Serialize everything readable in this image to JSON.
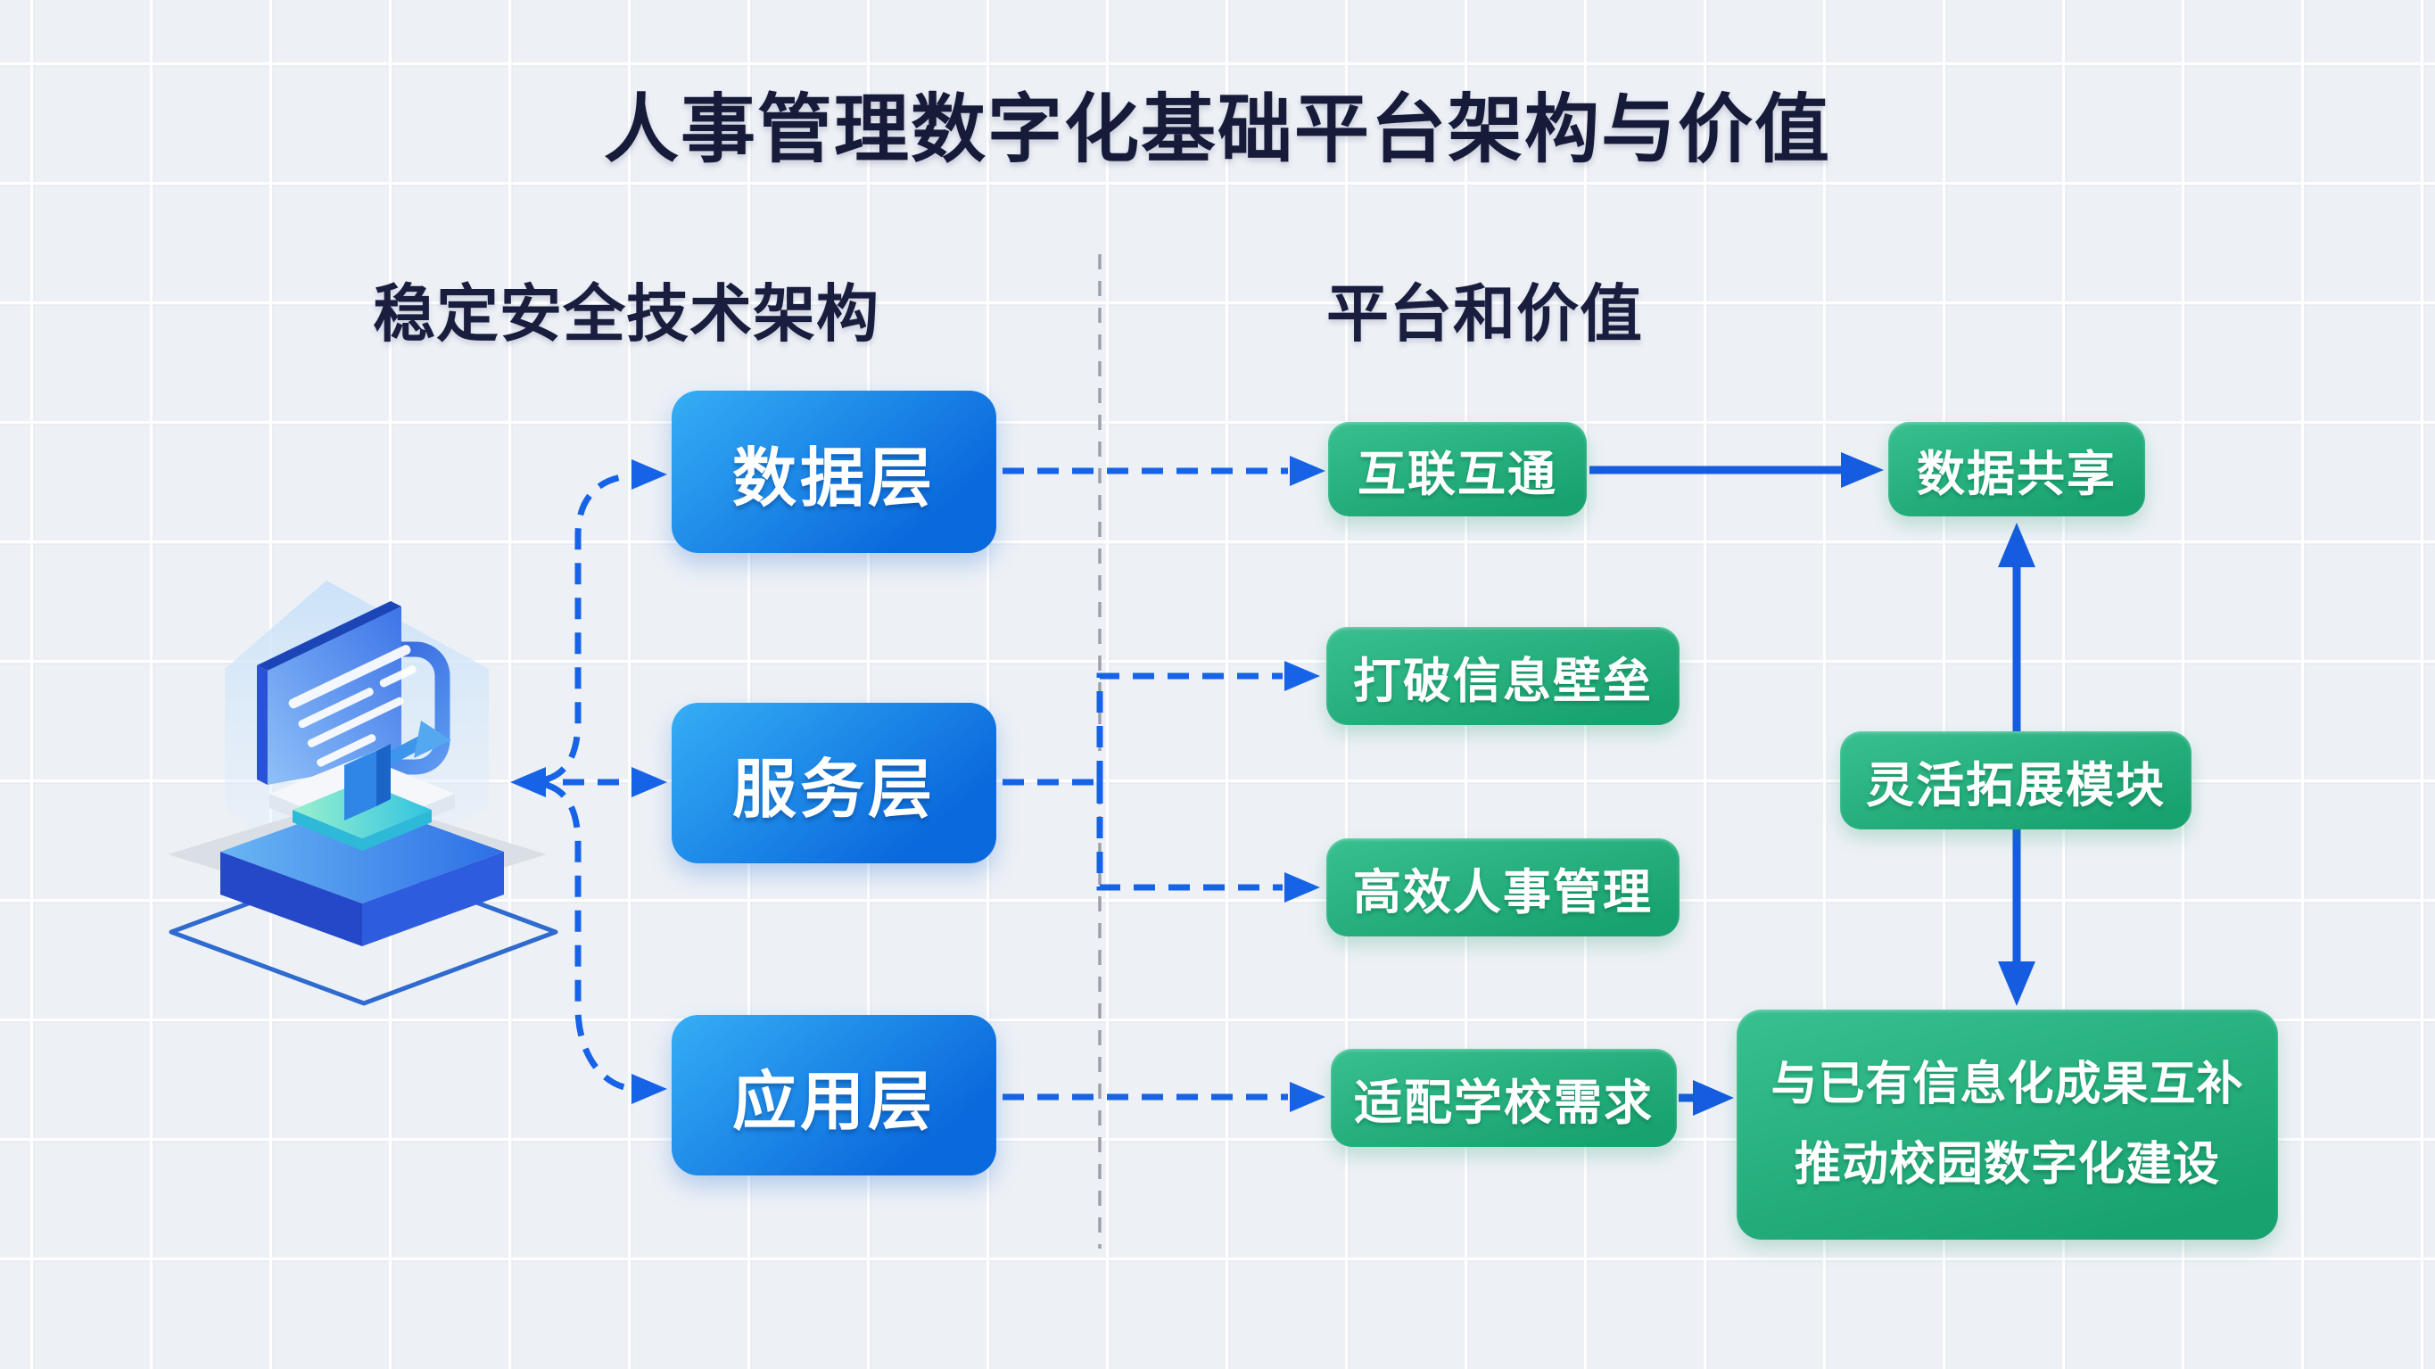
{
  "title": "人事管理数字化基础平台架构与价值",
  "sections": {
    "left_header": "稳定安全技术架构",
    "right_header": "平台和价值"
  },
  "layers": [
    {
      "label": "数据层"
    },
    {
      "label": "服务层"
    },
    {
      "label": "应用层"
    }
  ],
  "values": {
    "interconnect": "互联互通",
    "data_sharing": "数据共享",
    "break_barriers": "打破信息壁垒",
    "efficient_hr": "高效人事管理",
    "flexible_modules": "灵活拓展模块",
    "fit_school_needs": "适配学校需求",
    "complement_line1": "与已有信息化成果互补",
    "complement_line2": "推动校园数字化建设"
  },
  "illustration": {
    "name": "isometric-digital-platform"
  },
  "colors": {
    "background": "#EDF1F6",
    "title_text": "#171B3A",
    "layer_box_gradient_start": "#35AEF5",
    "layer_box_gradient_end": "#0A69DC",
    "value_box_gradient_start": "#38C090",
    "value_box_gradient_end": "#18A26F",
    "arrow_blue": "#1763E8",
    "divider_gray": "#9BA1AC"
  }
}
